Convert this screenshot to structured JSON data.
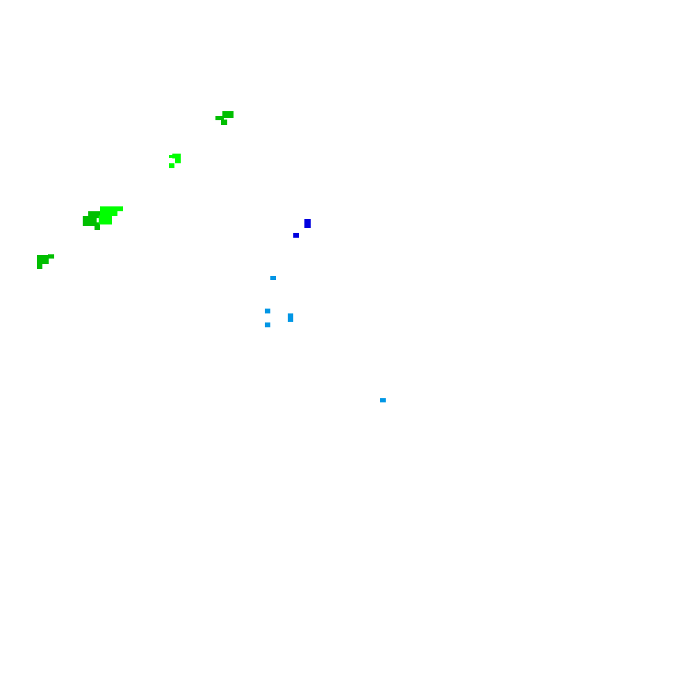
{
  "colors": {
    "background": "#ffffff",
    "dark_green": "#00bf00",
    "light_green": "#00ff00",
    "dark_blue": "#0000df",
    "light_blue": "#0097e5"
  },
  "clusters": [
    {
      "id": "cluster-green-1",
      "color": "dark_green"
    },
    {
      "id": "cluster-green-2",
      "color": "light_green"
    },
    {
      "id": "cluster-green-3a",
      "color": "dark_green"
    },
    {
      "id": "cluster-green-3b",
      "color": "light_green"
    },
    {
      "id": "cluster-green-4",
      "color": "dark_green"
    },
    {
      "id": "cluster-blue-dark",
      "color": "dark_blue"
    },
    {
      "id": "cluster-blue-light-1",
      "color": "light_blue"
    },
    {
      "id": "cluster-blue-light-2",
      "color": "light_blue"
    },
    {
      "id": "cluster-blue-light-3",
      "color": "light_blue"
    }
  ]
}
